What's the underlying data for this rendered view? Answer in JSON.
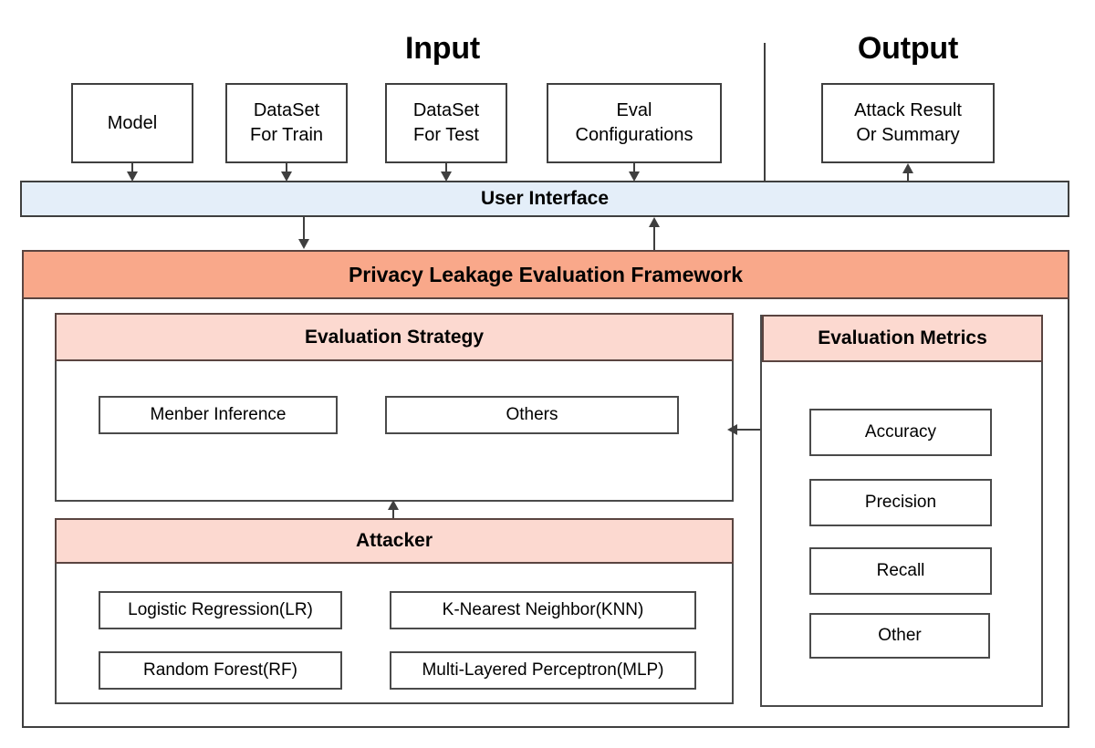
{
  "diagram": {
    "title": "Privacy Leakage Evaluation Framework",
    "colors": {
      "framework_header": "#f9a88a",
      "panel_header": "#fcd9d0",
      "user_interface_band": "#e4eef9",
      "box_border": "#3f3f3f",
      "background": "#ffffff"
    }
  },
  "sections": {
    "input_label": "Input",
    "output_label": "Output"
  },
  "input_boxes": [
    {
      "label": "Model"
    },
    {
      "label": "DataSet\nFor Train"
    },
    {
      "label": "DataSet\nFor Test"
    },
    {
      "label": "Eval\nConfigurations"
    }
  ],
  "output_boxes": [
    {
      "label": "Attack Result\nOr Summary"
    }
  ],
  "user_interface": {
    "label": "User Interface"
  },
  "framework": {
    "header": "Privacy Leakage Evaluation Framework",
    "panels": [
      {
        "id": "evaluation-strategy",
        "header": "Evaluation Strategy",
        "items": [
          {
            "label": "Menber Inference"
          },
          {
            "label": "Others"
          }
        ]
      },
      {
        "id": "attacker",
        "header": "Attacker",
        "items": [
          {
            "label": "Logistic Regression(LR)"
          },
          {
            "label": "K-Nearest Neighbor(KNN)"
          },
          {
            "label": "Random Forest(RF)"
          },
          {
            "label": "Multi-Layered Perceptron(MLP)"
          }
        ]
      },
      {
        "id": "evaluation-metrics",
        "header": "Evaluation Metrics",
        "items": [
          {
            "label": "Accuracy"
          },
          {
            "label": "Precision"
          },
          {
            "label": "Recall"
          },
          {
            "label": "Other"
          }
        ]
      }
    ]
  }
}
